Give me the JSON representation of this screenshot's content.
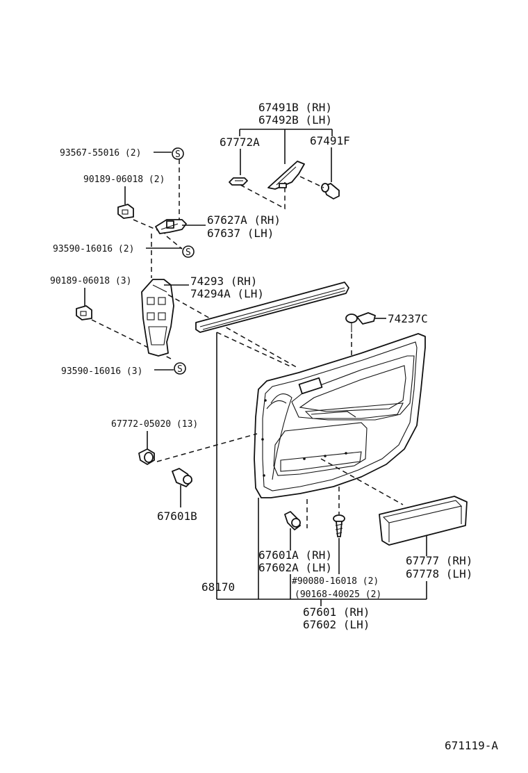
{
  "labels": {
    "p67491B": "67491B (RH)",
    "p67492B": "67492B (LH)",
    "p67772A": "67772A",
    "p67491F": "67491F",
    "p93567": "93567-55016 (2)",
    "p90189a": "90189-06018 (2)",
    "p67627A": "67627A (RH)",
    "p67637": "67637  (LH)",
    "p93590a": "93590-16016 (2)",
    "p90189b": "90189-06018 (3)",
    "p74293": "74293  (RH)",
    "p74294A": "74294A (LH)",
    "p74237C": "74237C",
    "p93590b": "93590-16016 (3)",
    "p67772_05020": "67772-05020 (13)",
    "p67601B": "67601B",
    "p67601A": "67601A (RH)",
    "p67602A": "67602A (LH)",
    "p67777": "67777 (RH)",
    "p67778": "67778 (LH)",
    "p68170": "68170",
    "p90080": "#90080-16018 (2)",
    "p90168": "(90168-40025 (2)",
    "p67601": "67601 (RH)",
    "p67602": "67602 (LH)",
    "s_mark": "S",
    "figure_code": "671119-A"
  }
}
